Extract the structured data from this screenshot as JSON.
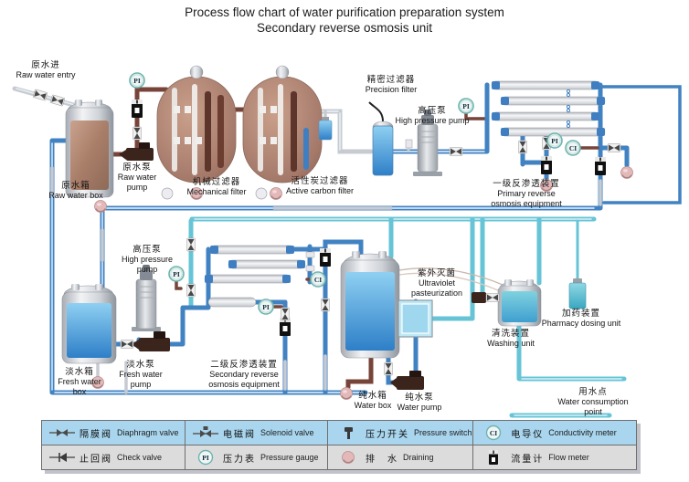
{
  "title": {
    "line1": "Process flow chart of water purification preparation system",
    "line2": "Secondary reverse osmosis unit"
  },
  "gauges": {
    "pressure": "PI",
    "conductivity": "CI"
  },
  "labels": {
    "raw_water_entry": {
      "zh": "原水进",
      "en": "Raw water entry"
    },
    "raw_water_box": {
      "zh": "原水箱",
      "en": "Raw water box"
    },
    "raw_water_pump": {
      "zh": "原水泵",
      "en": "Raw water pump"
    },
    "mechanical_filter": {
      "zh": "机械过滤器",
      "en": "Mechanical filter"
    },
    "active_carbon": {
      "zh": "活性炭过滤器",
      "en": "Active carbon filter"
    },
    "precision_filter": {
      "zh": "精密过滤器",
      "en": "Precision filter"
    },
    "hp_pump1": {
      "zh": "高压泵",
      "en": "High pressure pump"
    },
    "primary_ro": {
      "zh": "一级反渗透装置",
      "en": "Primary reverse osmosis equipment"
    },
    "fresh_water_box": {
      "zh": "淡水箱",
      "en": "Fresh water box"
    },
    "fresh_water_pump": {
      "zh": "淡水泵",
      "en": "Fresh water pump"
    },
    "hp_pump2": {
      "zh": "高压泵",
      "en": "High pressure pump"
    },
    "secondary_ro": {
      "zh": "二级反渗透装置",
      "en": "Secondary reverse osmosis equipment"
    },
    "water_box": {
      "zh": "纯水箱",
      "en": "Water box"
    },
    "water_pump": {
      "zh": "纯水泵",
      "en": "Water pump"
    },
    "ultraviolet": {
      "zh": "紫外灭菌",
      "en": "Ultraviolet pasteurization"
    },
    "washing_unit": {
      "zh": "清洗装置",
      "en": "Washing unit"
    },
    "pharmacy_dosing": {
      "zh": "加药装置",
      "en": "Pharmacy dosing unit"
    },
    "water_consumption": {
      "zh": "用水点",
      "en": "Water consumption point"
    }
  },
  "legend": {
    "rows": [
      {
        "cells": [
          {
            "icon": "diaphragm-valve-icon",
            "zh": "隔膜阀",
            "en": "Diaphragm valve"
          },
          {
            "icon": "solenoid-valve-icon",
            "zh": "电磁阀",
            "en": "Solenoid valve"
          },
          {
            "icon": "pressure-switch-icon",
            "zh": "压力开关",
            "en": "Pressure switch"
          },
          {
            "icon": "conductivity-meter-icon",
            "zh": "电导仪",
            "en": "Conductivity meter"
          }
        ]
      },
      {
        "cells": [
          {
            "icon": "check-valve-icon",
            "zh": "止回阀",
            "en": "Check valve"
          },
          {
            "icon": "pressure-gauge-icon",
            "zh": "压力表",
            "en": "Pressure gauge"
          },
          {
            "icon": "draining-icon",
            "zh": "排　水",
            "en": "Draining"
          },
          {
            "icon": "flow-meter-icon",
            "zh": "流量计",
            "en": "Flow meter"
          }
        ]
      }
    ]
  },
  "colors": {
    "pipe_blue": "#4182c2",
    "pipe_cyan": "#66c4d6",
    "pipe_brown": "#77443a",
    "pipe_steel": "#c7cbd1",
    "legend_row1_bg": "#a9d6ee",
    "legend_row2_bg": "#dcdcdc",
    "drain_pink": "#e3b8b8",
    "gauge_ring": "#6fb3b0"
  }
}
